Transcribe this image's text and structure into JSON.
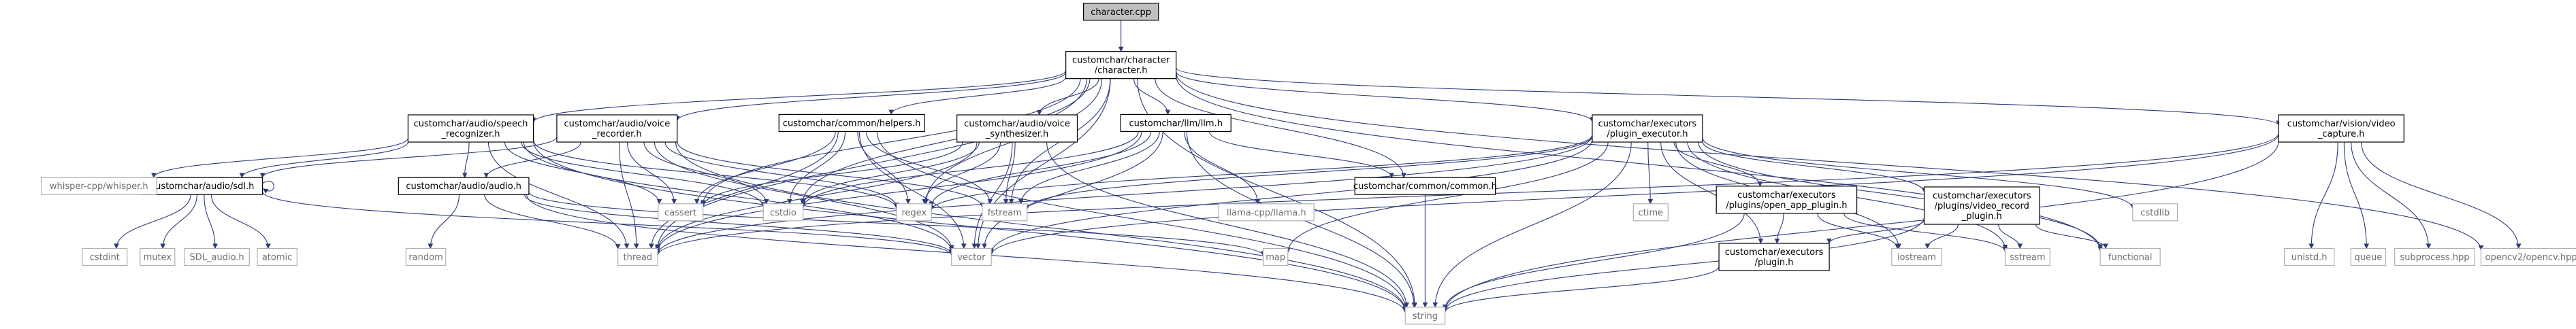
{
  "colors": {
    "edge": "#2f3a77",
    "node_border": "#000000",
    "external_border": "#b0b0b0",
    "external_text": "#6e6e6e",
    "root_fill": "#c0c0c0",
    "node_fill": "#ffffff",
    "text": "#000000"
  },
  "nodes": [
    {
      "id": "root",
      "lines": [
        "character.cpp"
      ],
      "kind": "root"
    },
    {
      "id": "char",
      "lines": [
        "customchar/character",
        "/character.h"
      ],
      "kind": "project"
    },
    {
      "id": "speech",
      "lines": [
        "customchar/audio/speech",
        "_recognizer.h"
      ],
      "kind": "project"
    },
    {
      "id": "voicerec",
      "lines": [
        "customchar/audio/voice",
        "_recorder.h"
      ],
      "kind": "project"
    },
    {
      "id": "helpers",
      "lines": [
        "customchar/common/helpers.h"
      ],
      "kind": "project"
    },
    {
      "id": "voicesyn",
      "lines": [
        "customchar/audio/voice",
        "_synthesizer.h"
      ],
      "kind": "project"
    },
    {
      "id": "llm",
      "lines": [
        "customchar/llm/llm.h"
      ],
      "kind": "project"
    },
    {
      "id": "plugexec",
      "lines": [
        "customchar/executors",
        "/plugin_executor.h"
      ],
      "kind": "project"
    },
    {
      "id": "vision",
      "lines": [
        "customchar/vision/video",
        "_capture.h"
      ],
      "kind": "project"
    },
    {
      "id": "sdl",
      "lines": [
        "customchar/audio/sdl.h"
      ],
      "kind": "project"
    },
    {
      "id": "audio",
      "lines": [
        "customchar/audio/audio.h"
      ],
      "kind": "project"
    },
    {
      "id": "common",
      "lines": [
        "customchar/common/common.h"
      ],
      "kind": "project"
    },
    {
      "id": "openapp",
      "lines": [
        "customchar/executors",
        "/plugins/open_app_plugin.h"
      ],
      "kind": "project"
    },
    {
      "id": "videorec",
      "lines": [
        "customchar/executors",
        "/plugins/video_record",
        "_plugin.h"
      ],
      "kind": "project"
    },
    {
      "id": "plugin",
      "lines": [
        "customchar/executors",
        "/plugin.h"
      ],
      "kind": "project"
    },
    {
      "id": "whisper",
      "lines": [
        "whisper-cpp/whisper.h"
      ],
      "kind": "external"
    },
    {
      "id": "cassert",
      "lines": [
        "cassert"
      ],
      "kind": "external"
    },
    {
      "id": "cstdio",
      "lines": [
        "cstdio"
      ],
      "kind": "external"
    },
    {
      "id": "regex",
      "lines": [
        "regex"
      ],
      "kind": "external"
    },
    {
      "id": "fstream",
      "lines": [
        "fstream"
      ],
      "kind": "external"
    },
    {
      "id": "llama",
      "lines": [
        "llama-cpp/llama.h"
      ],
      "kind": "external"
    },
    {
      "id": "ctime",
      "lines": [
        "ctime"
      ],
      "kind": "external"
    },
    {
      "id": "cstdlib",
      "lines": [
        "cstdlib"
      ],
      "kind": "external"
    },
    {
      "id": "cstdint",
      "lines": [
        "cstdint"
      ],
      "kind": "external"
    },
    {
      "id": "mutex",
      "lines": [
        "mutex"
      ],
      "kind": "external"
    },
    {
      "id": "sdlaudio",
      "lines": [
        "SDL_audio.h"
      ],
      "kind": "external"
    },
    {
      "id": "atomic",
      "lines": [
        "atomic"
      ],
      "kind": "external"
    },
    {
      "id": "random",
      "lines": [
        "random"
      ],
      "kind": "external"
    },
    {
      "id": "thread",
      "lines": [
        "thread"
      ],
      "kind": "external"
    },
    {
      "id": "vector",
      "lines": [
        "vector"
      ],
      "kind": "external"
    },
    {
      "id": "map",
      "lines": [
        "map"
      ],
      "kind": "external"
    },
    {
      "id": "iostream",
      "lines": [
        "iostream"
      ],
      "kind": "external"
    },
    {
      "id": "sstream",
      "lines": [
        "sstream"
      ],
      "kind": "external"
    },
    {
      "id": "functional",
      "lines": [
        "functional"
      ],
      "kind": "external"
    },
    {
      "id": "unistd",
      "lines": [
        "unistd.h"
      ],
      "kind": "external"
    },
    {
      "id": "queue",
      "lines": [
        "queue"
      ],
      "kind": "external"
    },
    {
      "id": "subprocess",
      "lines": [
        "subprocess.hpp"
      ],
      "kind": "external"
    },
    {
      "id": "opencv",
      "lines": [
        "opencv2/opencv.hpp"
      ],
      "kind": "external"
    },
    {
      "id": "string",
      "lines": [
        "string"
      ],
      "kind": "external"
    }
  ],
  "edges": [
    [
      "root",
      "char"
    ],
    [
      "char",
      "speech"
    ],
    [
      "char",
      "voicerec"
    ],
    [
      "char",
      "helpers"
    ],
    [
      "char",
      "voicesyn"
    ],
    [
      "char",
      "llm"
    ],
    [
      "char",
      "plugexec"
    ],
    [
      "char",
      "vision"
    ],
    [
      "char",
      "common"
    ],
    [
      "char",
      "cassert"
    ],
    [
      "char",
      "cstdio"
    ],
    [
      "char",
      "regex"
    ],
    [
      "char",
      "fstream"
    ],
    [
      "char",
      "thread"
    ],
    [
      "char",
      "vector"
    ],
    [
      "char",
      "string"
    ],
    [
      "char",
      "functional"
    ],
    [
      "char",
      "opencv"
    ],
    [
      "speech",
      "sdl"
    ],
    [
      "speech",
      "audio"
    ],
    [
      "speech",
      "whisper"
    ],
    [
      "speech",
      "cassert"
    ],
    [
      "speech",
      "cstdio"
    ],
    [
      "speech",
      "regex"
    ],
    [
      "speech",
      "thread"
    ],
    [
      "speech",
      "vector"
    ],
    [
      "speech",
      "string"
    ],
    [
      "voicerec",
      "sdl"
    ],
    [
      "voicerec",
      "audio"
    ],
    [
      "voicerec",
      "cassert"
    ],
    [
      "voicerec",
      "cstdio"
    ],
    [
      "voicerec",
      "regex"
    ],
    [
      "voicerec",
      "fstream"
    ],
    [
      "voicerec",
      "thread"
    ],
    [
      "voicerec",
      "vector"
    ],
    [
      "voicerec",
      "string"
    ],
    [
      "helpers",
      "cassert"
    ],
    [
      "helpers",
      "cstdio"
    ],
    [
      "helpers",
      "regex"
    ],
    [
      "helpers",
      "fstream"
    ],
    [
      "helpers",
      "thread"
    ],
    [
      "helpers",
      "vector"
    ],
    [
      "helpers",
      "string"
    ],
    [
      "voicesyn",
      "cassert"
    ],
    [
      "voicesyn",
      "cstdio"
    ],
    [
      "voicesyn",
      "regex"
    ],
    [
      "voicesyn",
      "fstream"
    ],
    [
      "voicesyn",
      "thread"
    ],
    [
      "voicesyn",
      "vector"
    ],
    [
      "voicesyn",
      "string"
    ],
    [
      "llm",
      "common"
    ],
    [
      "llm",
      "llama"
    ],
    [
      "llm",
      "cstdio"
    ],
    [
      "llm",
      "regex"
    ],
    [
      "llm",
      "fstream"
    ],
    [
      "llm",
      "thread"
    ],
    [
      "llm",
      "vector"
    ],
    [
      "llm",
      "string"
    ],
    [
      "plugexec",
      "openapp"
    ],
    [
      "plugexec",
      "videorec"
    ],
    [
      "plugexec",
      "plugin"
    ],
    [
      "plugexec",
      "regex"
    ],
    [
      "plugexec",
      "fstream"
    ],
    [
      "plugexec",
      "ctime"
    ],
    [
      "plugexec",
      "cstdlib"
    ],
    [
      "plugexec",
      "map"
    ],
    [
      "plugexec",
      "iostream"
    ],
    [
      "plugexec",
      "sstream"
    ],
    [
      "plugexec",
      "functional"
    ],
    [
      "plugexec",
      "thread"
    ],
    [
      "plugexec",
      "vector"
    ],
    [
      "plugexec",
      "string"
    ],
    [
      "vision",
      "unistd"
    ],
    [
      "vision",
      "queue"
    ],
    [
      "vision",
      "subprocess"
    ],
    [
      "vision",
      "opencv"
    ],
    [
      "vision",
      "thread"
    ],
    [
      "vision",
      "vector"
    ],
    [
      "vision",
      "string"
    ],
    [
      "sdl",
      "sdl"
    ],
    [
      "sdl",
      "cstdint"
    ],
    [
      "sdl",
      "mutex"
    ],
    [
      "sdl",
      "sdlaudio"
    ],
    [
      "sdl",
      "atomic"
    ],
    [
      "sdl",
      "vector"
    ],
    [
      "audio",
      "random"
    ],
    [
      "audio",
      "map"
    ],
    [
      "audio",
      "thread"
    ],
    [
      "audio",
      "vector"
    ],
    [
      "audio",
      "string"
    ],
    [
      "common",
      "string"
    ],
    [
      "openapp",
      "plugin"
    ],
    [
      "openapp",
      "iostream"
    ],
    [
      "openapp",
      "sstream"
    ],
    [
      "openapp",
      "string"
    ],
    [
      "videorec",
      "plugin"
    ],
    [
      "videorec",
      "iostream"
    ],
    [
      "videorec",
      "sstream"
    ],
    [
      "videorec",
      "functional"
    ],
    [
      "videorec",
      "string"
    ],
    [
      "plugin",
      "string"
    ]
  ]
}
